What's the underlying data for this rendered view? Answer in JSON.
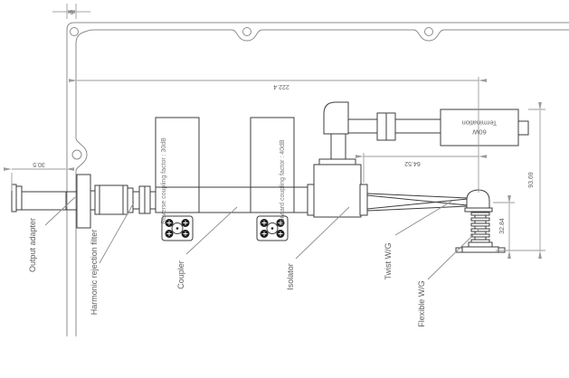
{
  "dimensions": {
    "plate_thickness": "5",
    "adapter_length": "30.5",
    "assembly_length": "222.4",
    "termination_span": "64.52",
    "overall_height": "93.69",
    "flex_height": "32.84"
  },
  "component_labels": {
    "output_adapter": "Output adapter",
    "harmonic_filter": "Harmonic rejection filter",
    "coupler": "Coupler",
    "isolator": "Isolator",
    "twist_wg": "Twist W/G",
    "flexible_wg": "Flexible W/G"
  },
  "annotations": {
    "reverse_coupling": "Reverse coupling factor : 30dB",
    "forward_coupling": "Forward coupling factor : 40dB",
    "termination_power": "60W",
    "termination_name": "Termination"
  },
  "colors": {
    "background": "#ffffff",
    "component_stroke": "#3d3d3d",
    "dimension_stroke": "#9b9b9b",
    "plate_stroke": "#8c8c8c",
    "leader_stroke": "#8c8c8c",
    "text": "#5f5f5f"
  }
}
